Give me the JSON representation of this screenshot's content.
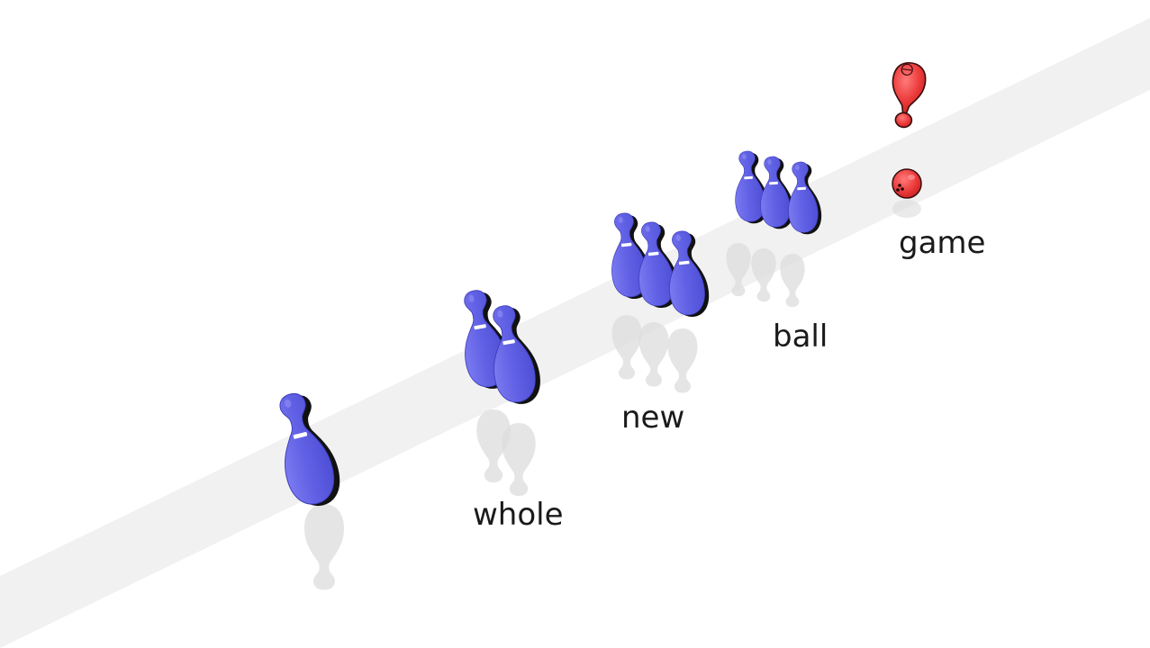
{
  "scene": {
    "lane_color": "#f1f1f1",
    "pin_color": "#6262e6",
    "pin_highlight": "#8a8af2",
    "pin_shadow": "#111111",
    "pin_stripe": "#ffffff",
    "reflection_color": "#dcdcdc",
    "accent_red": "#ec3b3b"
  },
  "groups": [
    {
      "label": "",
      "pin_count": 1
    },
    {
      "label": "whole",
      "pin_count": 2
    },
    {
      "label": "new",
      "pin_count": 3
    },
    {
      "label": "ball",
      "pin_count": 3
    },
    {
      "label": "game",
      "icons": [
        "exclamation-icon",
        "bowling-ball-icon"
      ]
    }
  ]
}
